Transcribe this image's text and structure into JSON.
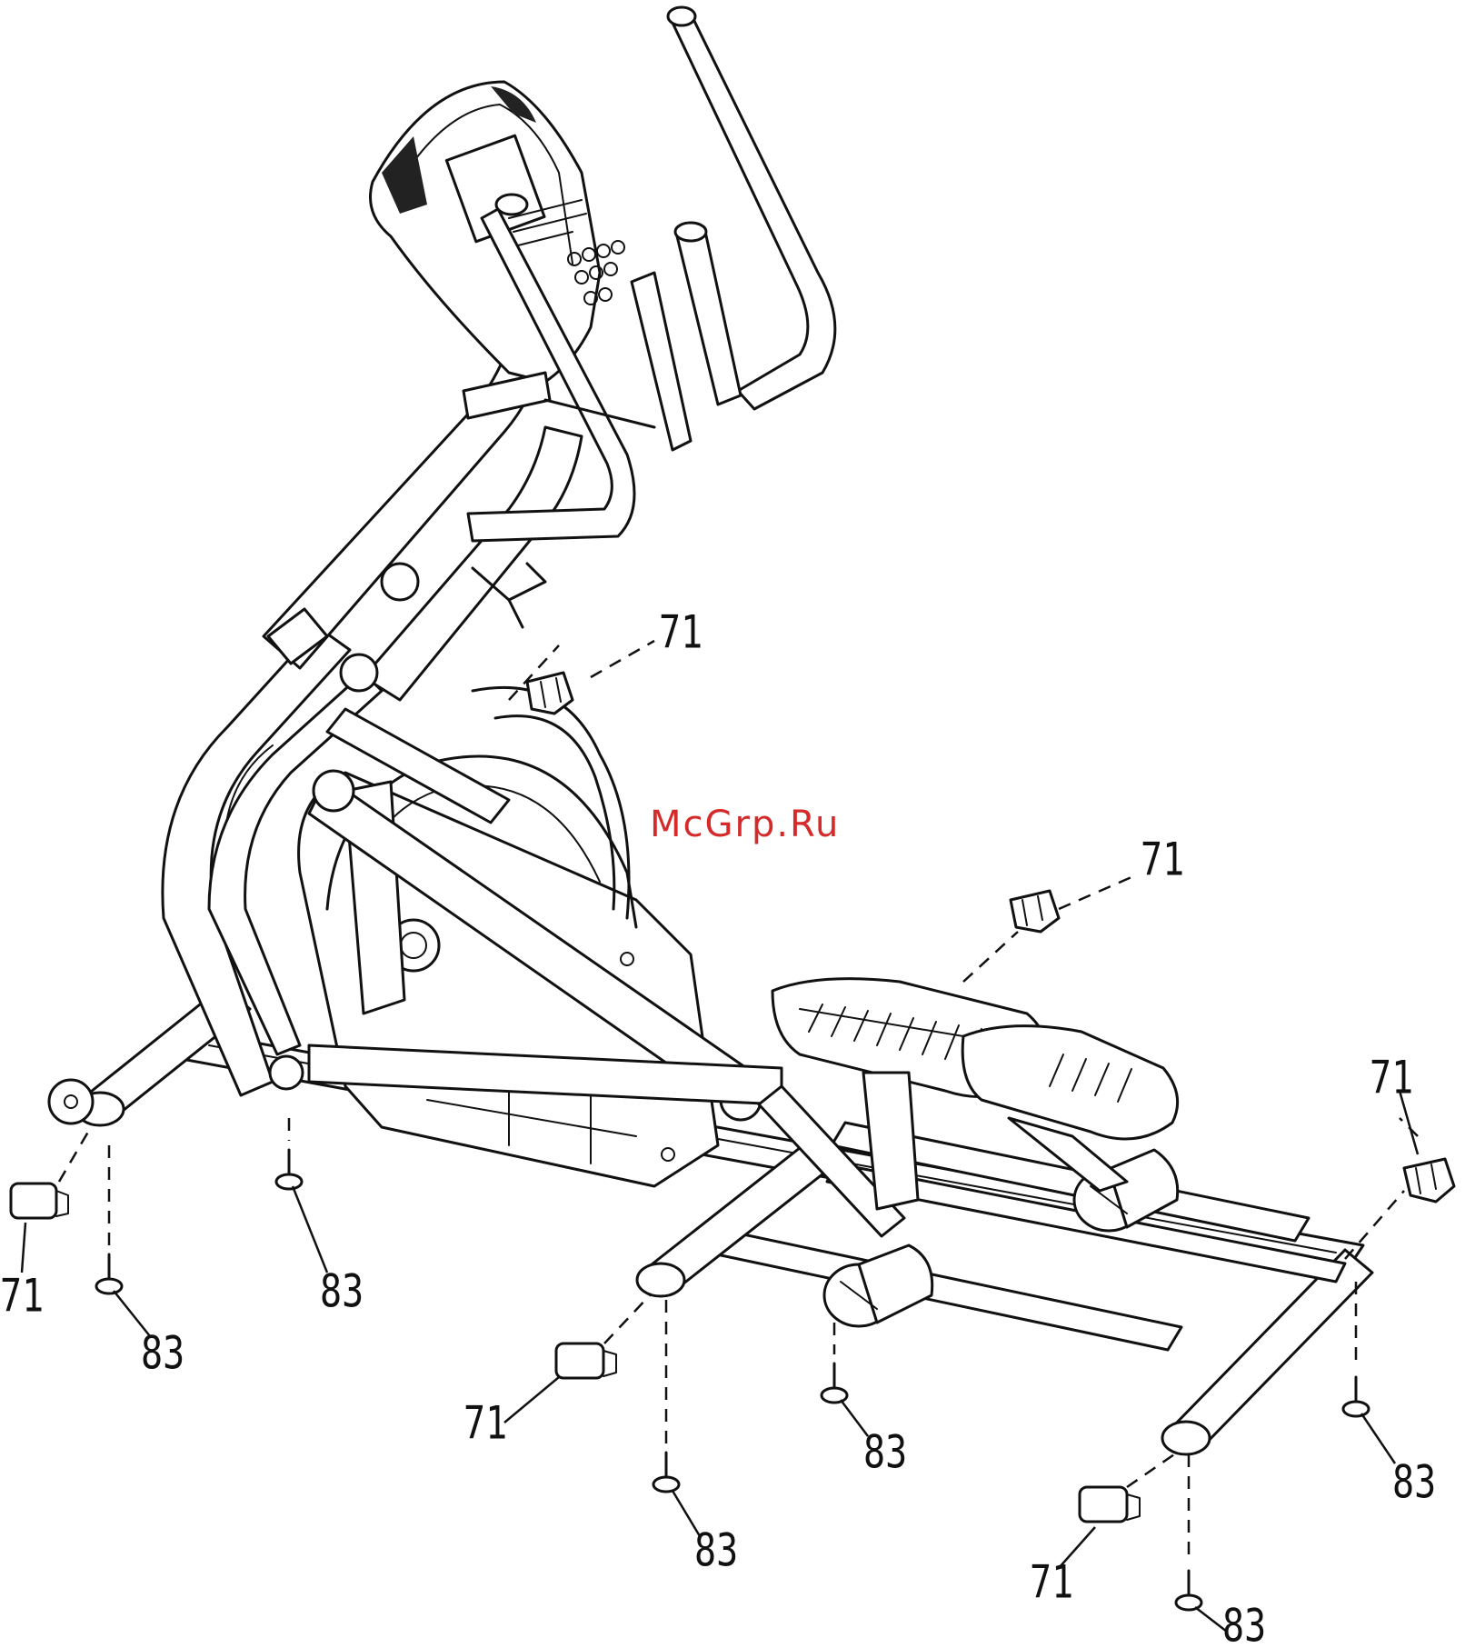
{
  "watermark": {
    "text": "McGrp.Ru",
    "color": "#d42a2a"
  },
  "callouts": [
    {
      "id": "c1",
      "label": "71"
    },
    {
      "id": "c2",
      "label": "71"
    },
    {
      "id": "c3",
      "label": "71"
    },
    {
      "id": "c4",
      "label": "71"
    },
    {
      "id": "c5",
      "label": "71"
    },
    {
      "id": "c6",
      "label": "71"
    },
    {
      "id": "c7",
      "label": "83"
    },
    {
      "id": "c8",
      "label": "83"
    },
    {
      "id": "c9",
      "label": "83"
    },
    {
      "id": "c10",
      "label": "83"
    },
    {
      "id": "c11",
      "label": "83"
    },
    {
      "id": "c12",
      "label": "83"
    }
  ]
}
